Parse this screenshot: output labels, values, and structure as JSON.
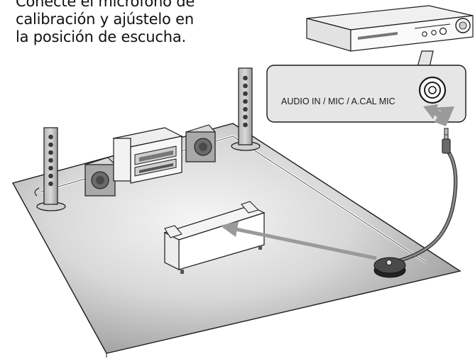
{
  "instructions": {
    "lines": [
      "Conecte el micrófono de",
      "calibración y ajústelo en",
      "la posición de escucha."
    ]
  },
  "callout": {
    "jack_label": "AUDIO IN / MIC / A.CAL MIC"
  },
  "icons": [
    "av-receiver-icon",
    "front-speaker-icon",
    "center-speaker-icon",
    "tv-stand-icon",
    "sofa-icon",
    "microphone-icon",
    "arrow-icon",
    "jack-icon"
  ],
  "colors": {
    "floor_light": "#f4f4f4",
    "floor_dark": "#8a8a8a",
    "callout_bg": "#e6e6e6",
    "arrow": "#9a9a9a",
    "line": "#1a1a1a"
  }
}
